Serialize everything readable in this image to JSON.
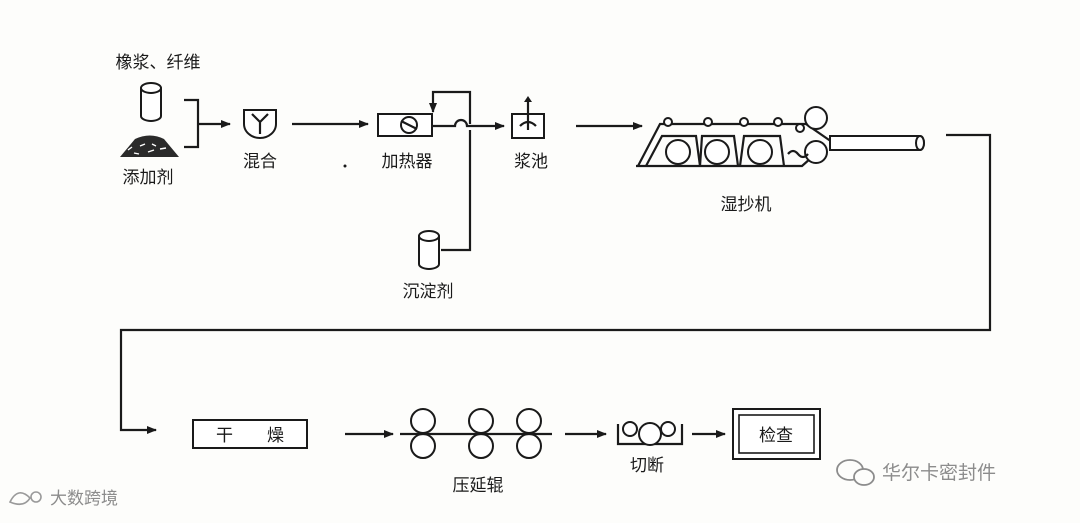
{
  "nodes": {
    "raw_materials": "橡浆、纤维",
    "additives": "添加剂",
    "mixing": "混合",
    "heater": "加热器",
    "slurry_tank": "浆池",
    "precipitant": "沉淀剂",
    "wet_machine": "湿抄机",
    "drying": "干　　燥",
    "calender": "压延辊",
    "cutting": "切断",
    "inspection": "检查"
  },
  "watermarks": {
    "right": "华尔卡密封件",
    "left": "大数跨境"
  }
}
